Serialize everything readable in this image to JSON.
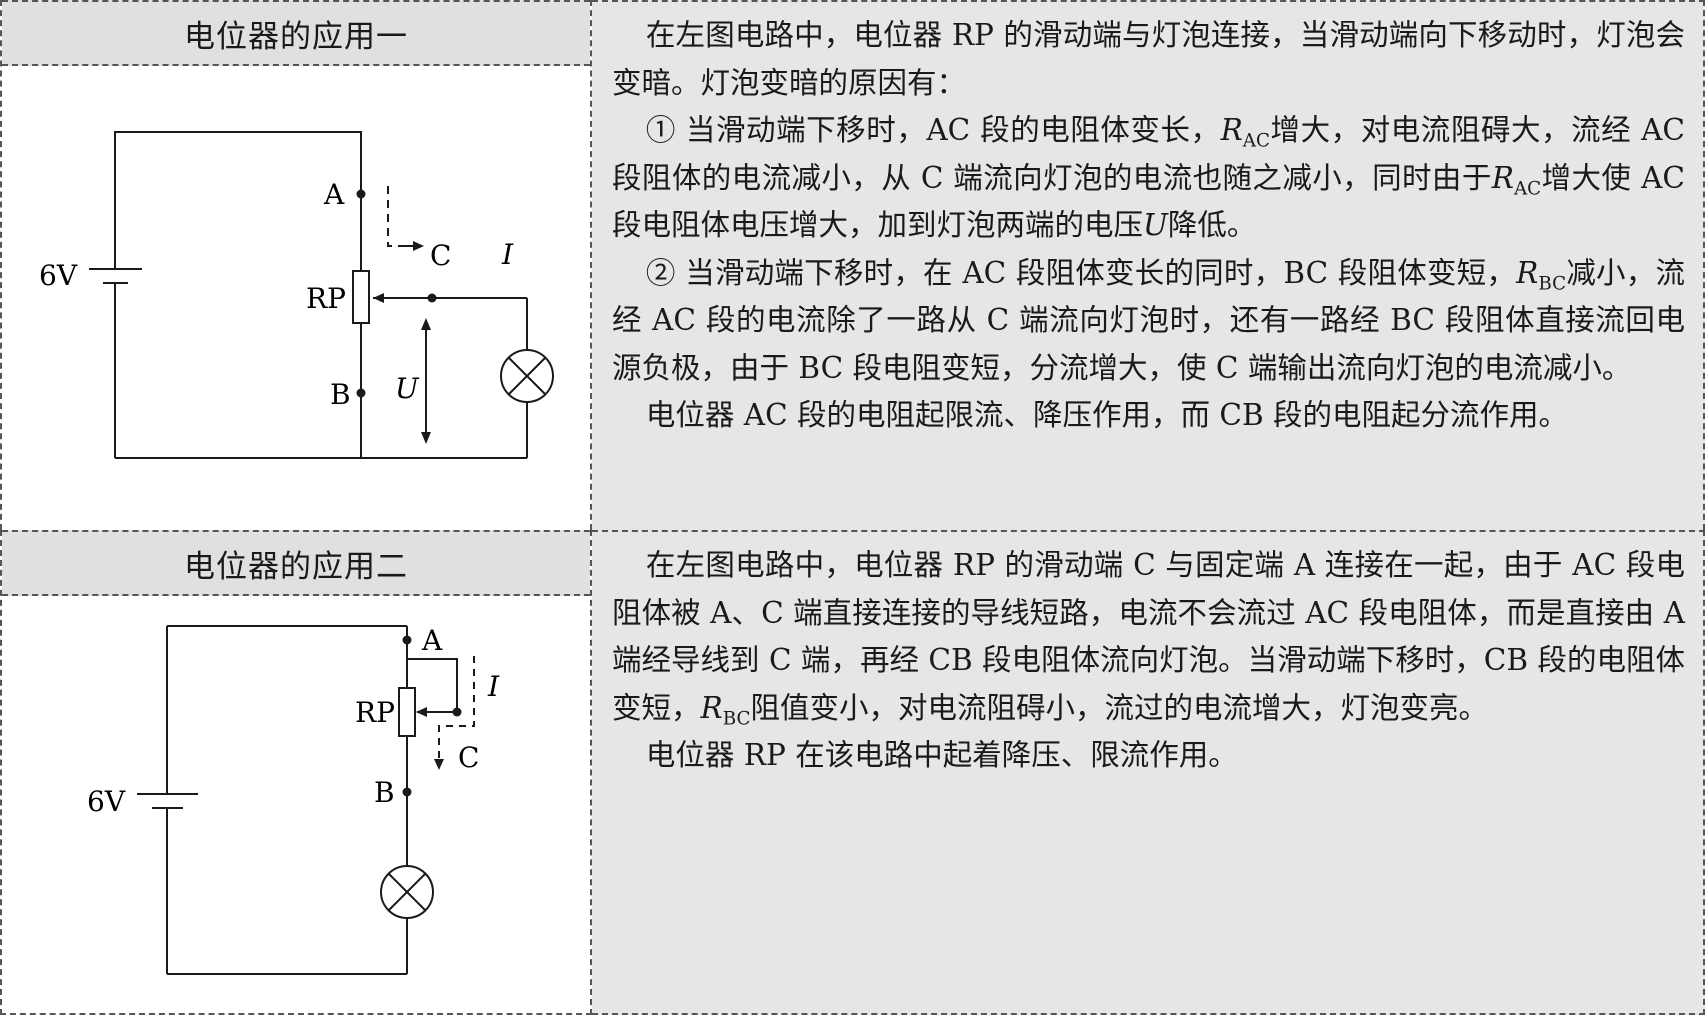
{
  "section1": {
    "title": "电位器的应用一",
    "diagram": {
      "source": "6V",
      "label_a": "A",
      "label_b": "B",
      "label_c": "C",
      "label_rp": "RP",
      "label_i": "I",
      "label_u": "U"
    },
    "paragraphs": {
      "p1": "在左图电路中，电位器 RP 的滑动端与灯泡连接，当滑动端向下移动时，灯泡会变暗。灯泡变暗的原因有：",
      "p2a": "① 当滑动端下移时，AC 段的电阻体变长，",
      "p2r": "R",
      "p2rsub": "AC",
      "p2b": "增大，对电流阻碍大，流经 AC 段阻体的电流减小，从 C 端流向灯泡的电流也随之减小，同时由于",
      "p2r2": "R",
      "p2r2sub": "AC",
      "p2c": "增大使 AC 段电阻体电压增大，加到灯泡两端的电压",
      "p2u": "U",
      "p2d": "降低。",
      "p3a": "② 当滑动端下移时，在 AC 段阻体变长的同时，BC 段阻体变短，",
      "p3r": "R",
      "p3rsub": "BC",
      "p3b": "减小，流经 AC 段的电流除了一路从 C 端流向灯泡时，还有一路经 BC 段阻体直接流回电源负极，由于 BC 段电阻变短，分流增大，使 C 端输出流向灯泡的电流减小。",
      "p4": "电位器 AC 段的电阻起限流、降压作用，而 CB 段的电阻起分流作用。"
    }
  },
  "section2": {
    "title": "电位器的应用二",
    "diagram": {
      "source": "6V",
      "label_a": "A",
      "label_b": "B",
      "label_c": "C",
      "label_rp": "RP",
      "label_i": "I"
    },
    "paragraphs": {
      "p1a": "在左图电路中，电位器 RP 的滑动端 C 与固定端 A 连接在一起，由于 AC 段电阻体被 A、C 端直接连接的导线短路，电流不会流过 AC 段电阻体，而是直接由 A 端经导线到 C 端，再经 CB 段电阻体流向灯泡。当滑动端下移时，CB 段的电阻体变短，",
      "p1r": "R",
      "p1rsub": "BC",
      "p1b": "阻值变小，对电流阻碍小，流过的电流增大，灯泡变亮。",
      "p2": "电位器 RP 在该电路中起着降压、限流作用。"
    }
  }
}
